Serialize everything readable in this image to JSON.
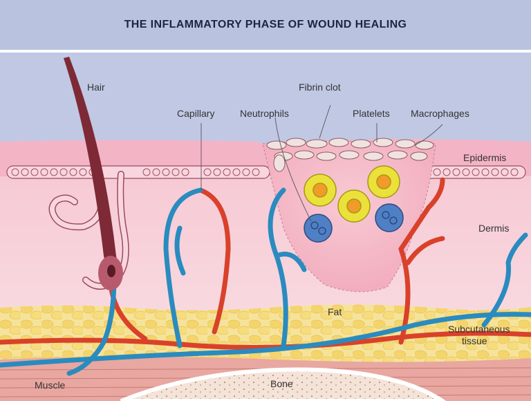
{
  "title": "THE INFLAMMATORY PHASE OF WOUND HEALING",
  "labels": {
    "hair": "Hair",
    "fibrin_clot": "Fibrin clot",
    "capillary": "Capillary",
    "neutrophils": "Neutrophils",
    "platelets": "Platelets",
    "macrophages": "Macrophages",
    "epidermis": "Epidermis",
    "dermis": "Dermis",
    "fat": "Fat",
    "subcutaneous": "Subcutaneous",
    "tissue": "tissue",
    "muscle": "Muscle",
    "bone": "Bone"
  },
  "colors": {
    "sky": "#c0c8e4",
    "epidermis": "#f3b4c6",
    "dermis": "#f5cfd8",
    "fat": "#f4dd85",
    "muscle": "#e8a7a0",
    "bone": "#f3e6dc",
    "artery": "#d9412b",
    "vein": "#2a8bbf",
    "hair": "#7d2a36",
    "neutrophil": "#ecdc39",
    "macrophage": "#4f7fc4"
  }
}
